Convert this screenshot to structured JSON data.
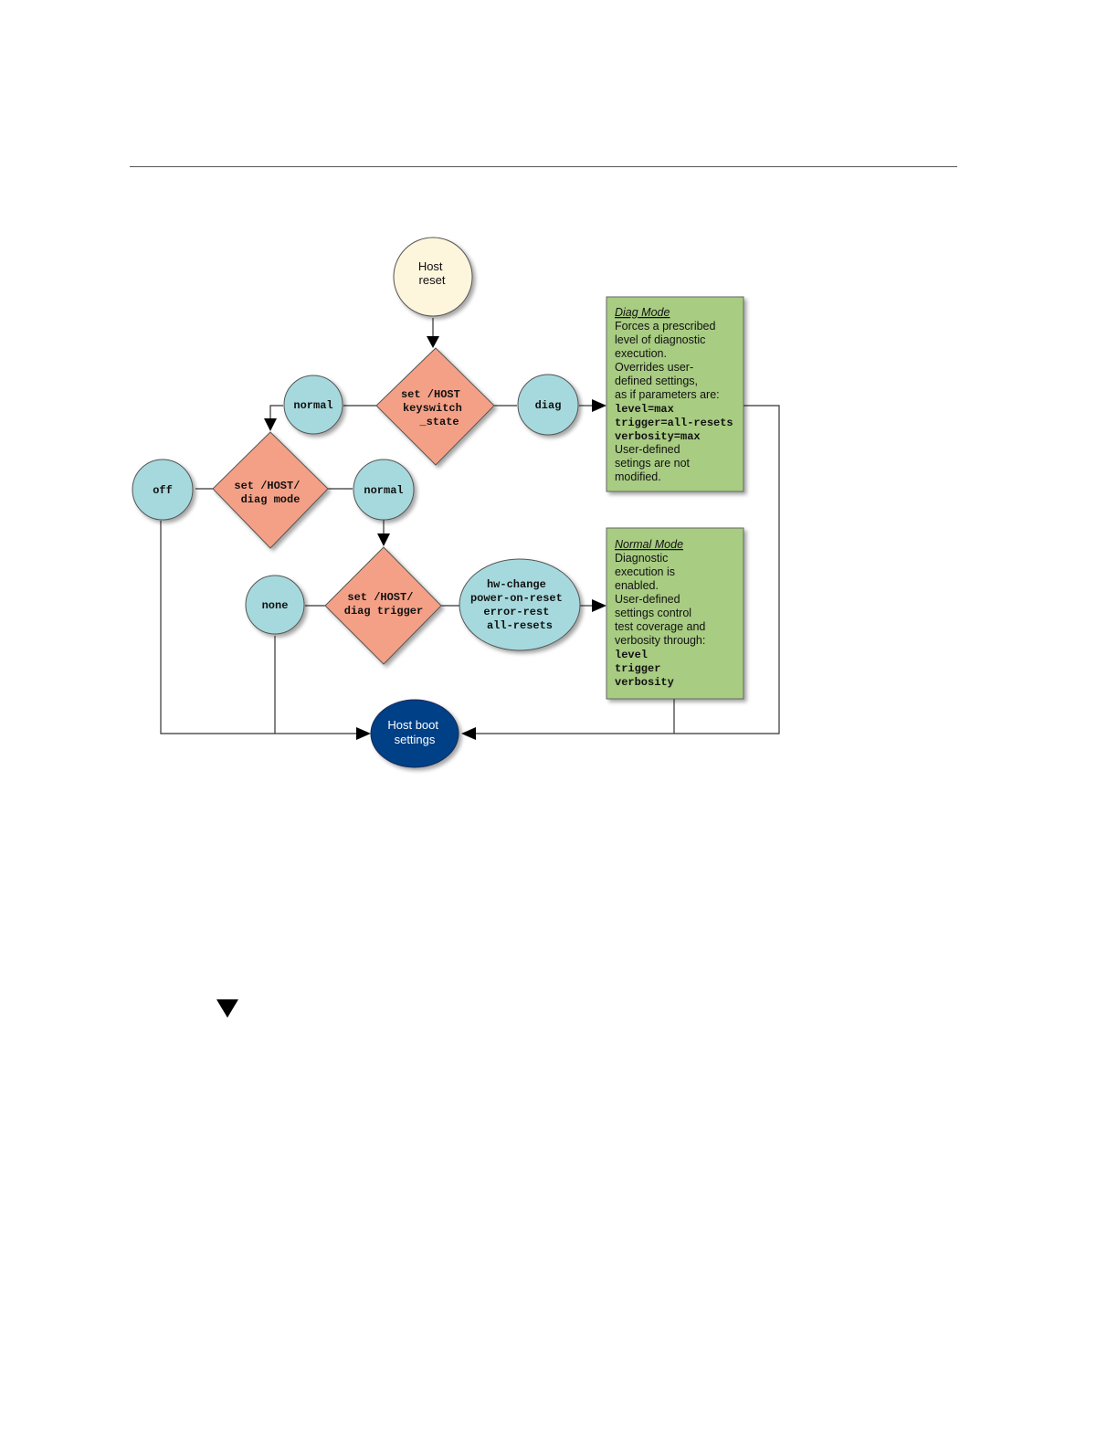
{
  "nodes": {
    "host_reset": [
      "Host",
      "reset"
    ],
    "keyswitch": [
      "set /HOST",
      "keyswitch",
      "_state"
    ],
    "keyswitch_normal": "normal",
    "keyswitch_diag": "diag",
    "diag_mode": [
      "set /HOST/",
      "diag mode"
    ],
    "mode_off": "off",
    "mode_normal": "normal",
    "diag_trigger": [
      "set /HOST/",
      "diag trigger"
    ],
    "trigger_none": "none",
    "trigger_values": [
      "hw-change",
      "power-on-reset",
      "error-rest",
      "all-resets"
    ],
    "host_boot": [
      "Host boot",
      "settings"
    ]
  },
  "notes": {
    "diag_mode": {
      "title": "Diag Mode",
      "lines": [
        {
          "t": "Forces a prescribed",
          "mono": false
        },
        {
          "t": "level of diagnostic",
          "mono": false
        },
        {
          "t": "execution.",
          "mono": false
        },
        {
          "t": "Overrides user-",
          "mono": false
        },
        {
          "t": "defined settings,",
          "mono": false
        },
        {
          "t": "as if parameters are:",
          "mono": false
        },
        {
          "t": "level=max",
          "mono": true
        },
        {
          "t": "trigger=all-resets",
          "mono": true
        },
        {
          "t": "verbosity=max",
          "mono": true
        },
        {
          "t": "User-defined",
          "mono": false
        },
        {
          "t": "setings are not",
          "mono": false
        },
        {
          "t": "modified.",
          "mono": false
        }
      ]
    },
    "normal_mode": {
      "title": "Normal Mode",
      "lines": [
        {
          "t": "Diagnostic",
          "mono": false
        },
        {
          "t": "execution is",
          "mono": false
        },
        {
          "t": "enabled.",
          "mono": false
        },
        {
          "t": "User-defined",
          "mono": false
        },
        {
          "t": "settings control",
          "mono": false
        },
        {
          "t": "test coverage and",
          "mono": false
        },
        {
          "t": "verbosity through:",
          "mono": false
        },
        {
          "t": "level",
          "mono": true
        },
        {
          "t": "trigger",
          "mono": true
        },
        {
          "t": "verbosity",
          "mono": true
        }
      ]
    }
  },
  "colors": {
    "start": "#fdf5dc",
    "decision": "#f4a086",
    "option": "#a6d9dd",
    "note": "#a8cc82",
    "boot": "#003f87"
  }
}
